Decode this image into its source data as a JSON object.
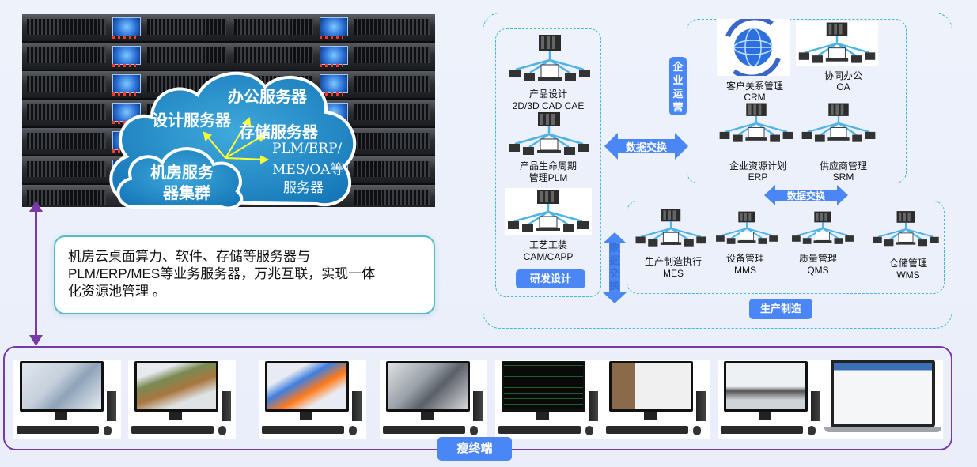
{
  "cloud": {
    "office": "办公服务器",
    "design": "设计服务器",
    "storage": "存储服务器",
    "plm_line1": "PLM/ERP/",
    "plm_line2": "MES/OA等",
    "plm_line3": "服务器",
    "cluster_line1": "机房服务",
    "cluster_line2": "器集群"
  },
  "callout": {
    "line1": "机房云桌面算力、软件、存储等服务器与",
    "line2": "PLM/ERP/MES等业务服务器，万兆互联，实现一体",
    "line3": "化资源池管理 。"
  },
  "rd": {
    "item1_line1": "产品设计",
    "item1_line2": "2D/3D CAD  CAE",
    "item2_line1": "产品生命周期",
    "item2_line2": "管理PLM",
    "item3_line1": "工艺工装",
    "item3_line2": "CAM/CAPP",
    "button": "研发设计"
  },
  "enterprise": {
    "label": "企业运营",
    "crm_line1": "客户关系管理",
    "crm_line2": "CRM",
    "oa_line1": "协同办公",
    "oa_line2": "OA",
    "erp_line1": "企业资源计划",
    "erp_line2": "ERP",
    "srm_line1": "供应商管理",
    "srm_line2": "SRM"
  },
  "exchange": {
    "left": "数据交换",
    "top": "数据交换",
    "vertical": "数据交换"
  },
  "production": {
    "mes_line1": "生产制造执行",
    "mes_line2": "MES",
    "mms_line1": "设备管理",
    "mms_line2": "MMS",
    "qms_line1": "质量管理",
    "qms_line2": "QMS",
    "wms_line1": "仓储管理",
    "wms_line2": "WMS",
    "button": "生产制造"
  },
  "bottom": {
    "button": "瘦终端"
  },
  "colors": {
    "accent_blue": "#4a86f5",
    "dashed_cyan": "#43b8dc",
    "purple": "#7a3aa6",
    "callout_border": "#4ec0c0"
  }
}
